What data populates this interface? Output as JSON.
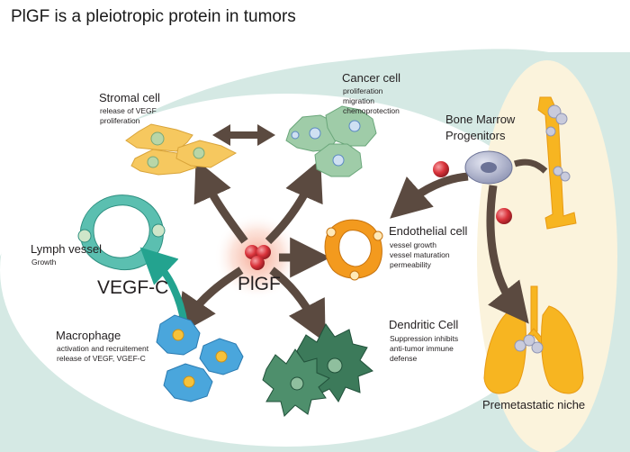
{
  "title": "PlGF is a pleiotropic protein in tumors",
  "center_label": "PlGF",
  "factor_label": "VEGF-C",
  "nodes": {
    "stromal": {
      "name": "Stromal cell",
      "lines": [
        "release of VEGF",
        "proliferation"
      ]
    },
    "cancer": {
      "name": "Cancer cell",
      "lines": [
        "proliferation",
        "migration",
        "chemoprotection"
      ]
    },
    "bone_marrow": {
      "name_lines": [
        "Bone Marrow",
        "Progenitors"
      ]
    },
    "lymph": {
      "name": "Lymph vessel",
      "lines": [
        "Growth"
      ]
    },
    "endothelial": {
      "name": "Endothelial cell",
      "lines": [
        "vessel growth",
        "vessel maturation",
        "permeability"
      ]
    },
    "macrophage": {
      "name": "Macrophage",
      "lines": [
        "activation and recruitement",
        "release of VEGF, VGEF-C"
      ]
    },
    "dendritic": {
      "name": "Dendritic Cell",
      "lines": [
        "Suppression inhibits",
        "anti-tumor immune",
        "defense"
      ]
    },
    "niche": {
      "name": "Premetastatic niche"
    }
  },
  "colors": {
    "background_band": "#d5e9e4",
    "tumor_area": "#ffffff",
    "bone_area": "#fbf3dc",
    "arrow": "#5b4a40",
    "lymph_arrow": "#23a38f",
    "stromal": "#f6c85f",
    "cancer": "#9fcca8",
    "endothelial": "#f39a1e",
    "macrophage": "#4aa6dc",
    "dendritic": "#3c7a5a",
    "bone": "#f7b521",
    "plgf": "#d9333b"
  }
}
